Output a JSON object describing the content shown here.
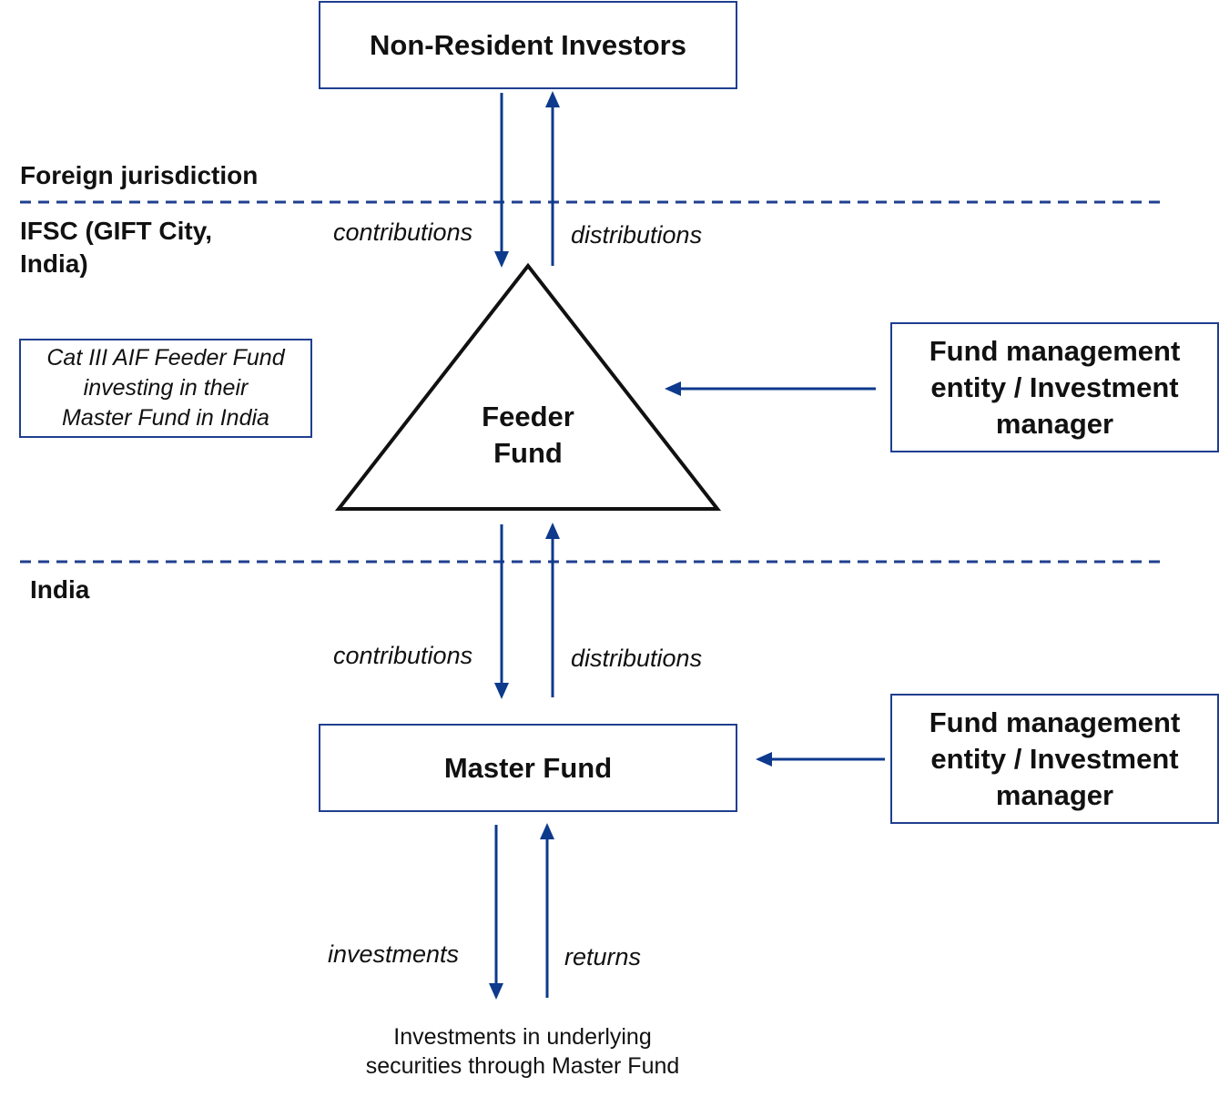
{
  "diagram": {
    "non_resident_investors": "Non-Resident Investors",
    "regions": {
      "foreign": "Foreign jurisdiction",
      "ifsc_line1": "IFSC (GIFT City,",
      "ifsc_line2": "India)",
      "india": "India"
    },
    "upper_flows": {
      "contributions": "contributions",
      "distributions": "distributions"
    },
    "note": {
      "line1": "Cat III AIF Feeder Fund",
      "line2": "investing in their",
      "line3": "Master Fund in India"
    },
    "feeder_fund": {
      "line1": "Feeder",
      "line2": "Fund"
    },
    "fund_manager_top": {
      "line1": "Fund management",
      "line2": "entity / Investment",
      "line3": "manager"
    },
    "lower_flows": {
      "contributions": "contributions",
      "distributions": "distributions"
    },
    "master_fund": "Master Fund",
    "fund_manager_bottom": {
      "line1": "Fund management",
      "line2": "entity / Investment",
      "line3": "manager"
    },
    "investment_flows": {
      "investments": "investments",
      "returns": "returns"
    },
    "underlying": {
      "line1": "Investments in underlying",
      "line2": "securities through Master Fund"
    },
    "colors": {
      "arrow": "#0d3a8c",
      "box_border": "#1f3f8f",
      "divider": "#1f3f8f"
    }
  }
}
